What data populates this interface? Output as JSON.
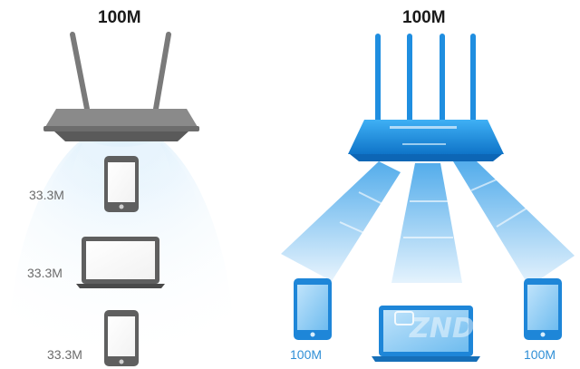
{
  "titles": {
    "left": "100M",
    "right": "100M"
  },
  "left_devices": [
    {
      "icon": "phone-icon",
      "speed": "33.3M"
    },
    {
      "icon": "laptop-icon",
      "speed": "33.3M"
    },
    {
      "icon": "phone-icon",
      "speed": "33.3M"
    }
  ],
  "right_devices": [
    {
      "icon": "phone-icon",
      "speed": "100M"
    },
    {
      "icon": "laptop-icon",
      "speed": ""
    },
    {
      "icon": "phone-icon",
      "speed": "100M"
    }
  ],
  "watermark": "ZND",
  "colors": {
    "gray_router": "#6d6d6d",
    "blue_router": "#1b8fe0",
    "signal_light": "#cfe8fb",
    "signal_mid": "#8ccaf2",
    "label_gray": "#6b6b6b",
    "label_blue": "#2f8fd6"
  }
}
